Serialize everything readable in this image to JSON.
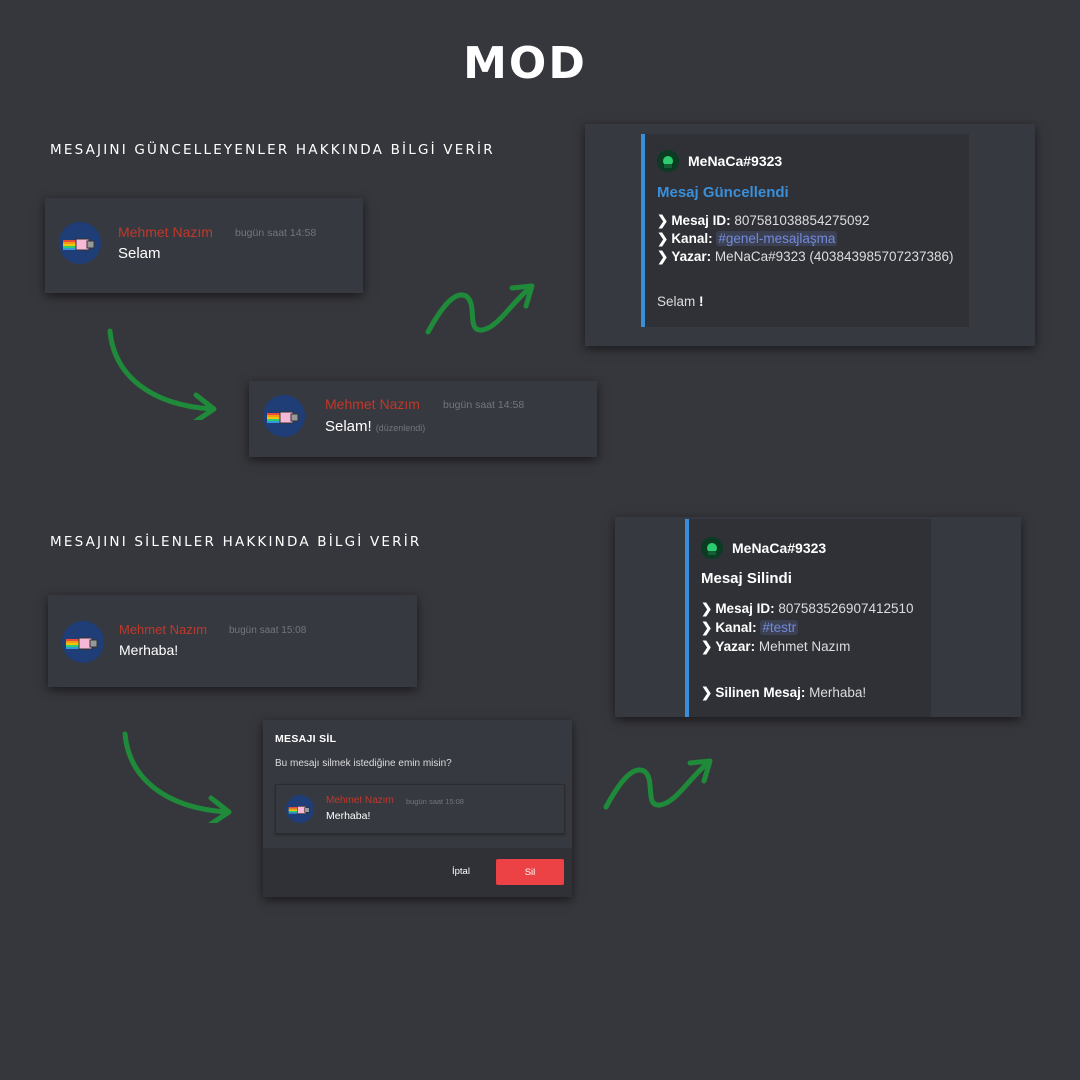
{
  "page": {
    "title": "MOD",
    "section_update_label": "MESAJINI GÜNCELLEYENLER HAKKINDA BİLGİ VERİR",
    "section_delete_label": "MESAJINI SİLENLER HAKKINDA BİLGİ VERİR"
  },
  "colors": {
    "background": "#36373c",
    "username": "#c0392b",
    "embed_accent": "#3b8fd9",
    "arrow": "#1f8a3a",
    "delete_button": "#ed4245",
    "mention": "#7289da"
  },
  "update_original": {
    "username": "Mehmet Nazım",
    "time": "bugün saat 14:58",
    "text": "Selam"
  },
  "update_edited": {
    "username": "Mehmet Nazım",
    "time": "bugün saat 14:58",
    "text": "Selam!",
    "edited_tag": "(düzenlendi)"
  },
  "update_embed": {
    "bot_name": "MeNaCa#9323",
    "title": "Mesaj Güncellendi",
    "msg_id_label": "Mesaj ID:",
    "msg_id": "807581038854275092",
    "channel_label": "Kanal:",
    "channel": "#genel-mesajlaşma",
    "author_label": "Yazar:",
    "author": "MeNaCa#9323 (403843985707237386)",
    "content_prefix": "Selam",
    "content_suffix": "!"
  },
  "delete_original": {
    "username": "Mehmet Nazım",
    "time": "bugün saat 15:08",
    "text": "Merhaba!"
  },
  "delete_modal": {
    "title": "MESAJI SİL",
    "question": "Bu mesajı silmek istediğine emin misin?",
    "preview_username": "Mehmet Nazım",
    "preview_time": "bugün saat 15:08",
    "preview_text": "Merhaba!",
    "cancel_label": "İptal",
    "delete_label": "Sil"
  },
  "delete_embed": {
    "bot_name": "MeNaCa#9323",
    "title": "Mesaj Silindi",
    "msg_id_label": "Mesaj ID:",
    "msg_id": "807583526907412510",
    "channel_label": "Kanal:",
    "channel": "#testr",
    "author_label": "Yazar:",
    "author": "Mehmet Nazım",
    "deleted_label": "Silinen Mesaj:",
    "deleted_text": "Merhaba!"
  },
  "icons": {
    "avatar": "nyan-cat-avatar-icon",
    "bot": "bot-avatar-icon",
    "chevron": "chevron-right-icon",
    "arrow": "curved-arrow-icon"
  }
}
